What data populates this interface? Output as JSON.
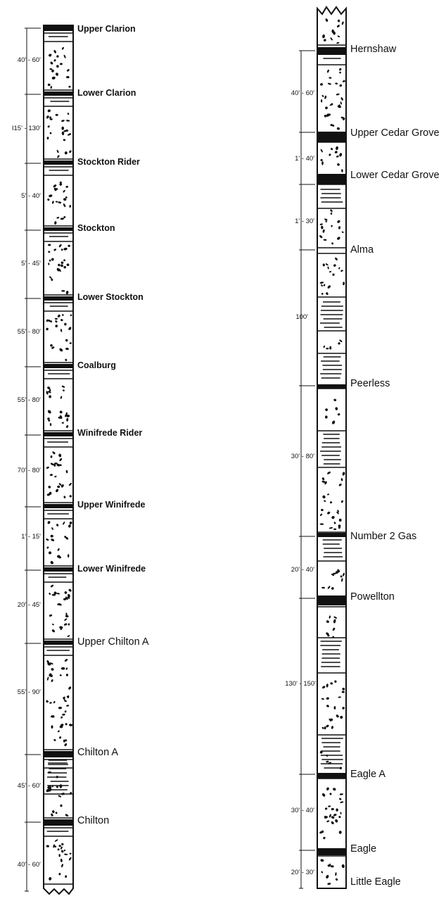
{
  "colors": {
    "ink": "#111111",
    "coal": "#111111",
    "paper": "#ffffff"
  },
  "left_column": {
    "seams": [
      {
        "name": "Upper Clarion"
      },
      {
        "name": "Lower Clarion"
      },
      {
        "name": "Stockton Rider"
      },
      {
        "name": "Stockton"
      },
      {
        "name": "Lower Stockton"
      },
      {
        "name": "Coalburg"
      },
      {
        "name": "Winifrede Rider"
      },
      {
        "name": "Upper Winifrede"
      },
      {
        "name": "Lower Winifrede"
      },
      {
        "name": "Upper Chilton A"
      },
      {
        "name": "Chilton A"
      },
      {
        "name": "Chilton"
      }
    ],
    "intervals": [
      {
        "label": "40' - 60'"
      },
      {
        "label": "I15' - 130'"
      },
      {
        "label": "5' - 40'"
      },
      {
        "label": "5' - 45'"
      },
      {
        "label": "55' - 80'"
      },
      {
        "label": "55' - 80'"
      },
      {
        "label": "70' - 80'"
      },
      {
        "label": "1' - 15'"
      },
      {
        "label": "20' - 45'"
      },
      {
        "label": "55' - 90'"
      },
      {
        "label": "45' - 60'"
      },
      {
        "label": "40' - 60'"
      }
    ]
  },
  "right_column": {
    "seams": [
      {
        "name": "Hernshaw"
      },
      {
        "name": "Upper Cedar Grove"
      },
      {
        "name": "Lower Cedar Grove"
      },
      {
        "name": "Alma"
      },
      {
        "name": "Peerless"
      },
      {
        "name": "Number 2 Gas"
      },
      {
        "name": "Powellton"
      },
      {
        "name": "Eagle A"
      },
      {
        "name": "Eagle"
      },
      {
        "name": "Little Eagle"
      }
    ],
    "intervals": [
      {
        "label": "40' - 60'"
      },
      {
        "label": "1' - 40'"
      },
      {
        "label": "1' - 30'"
      },
      {
        "label": "100'"
      },
      {
        "label": "30' - 80'"
      },
      {
        "label": "20' - 40'"
      },
      {
        "label": "130' - 150'"
      },
      {
        "label": "30' - 40'"
      },
      {
        "label": "20' - 30'"
      }
    ]
  }
}
